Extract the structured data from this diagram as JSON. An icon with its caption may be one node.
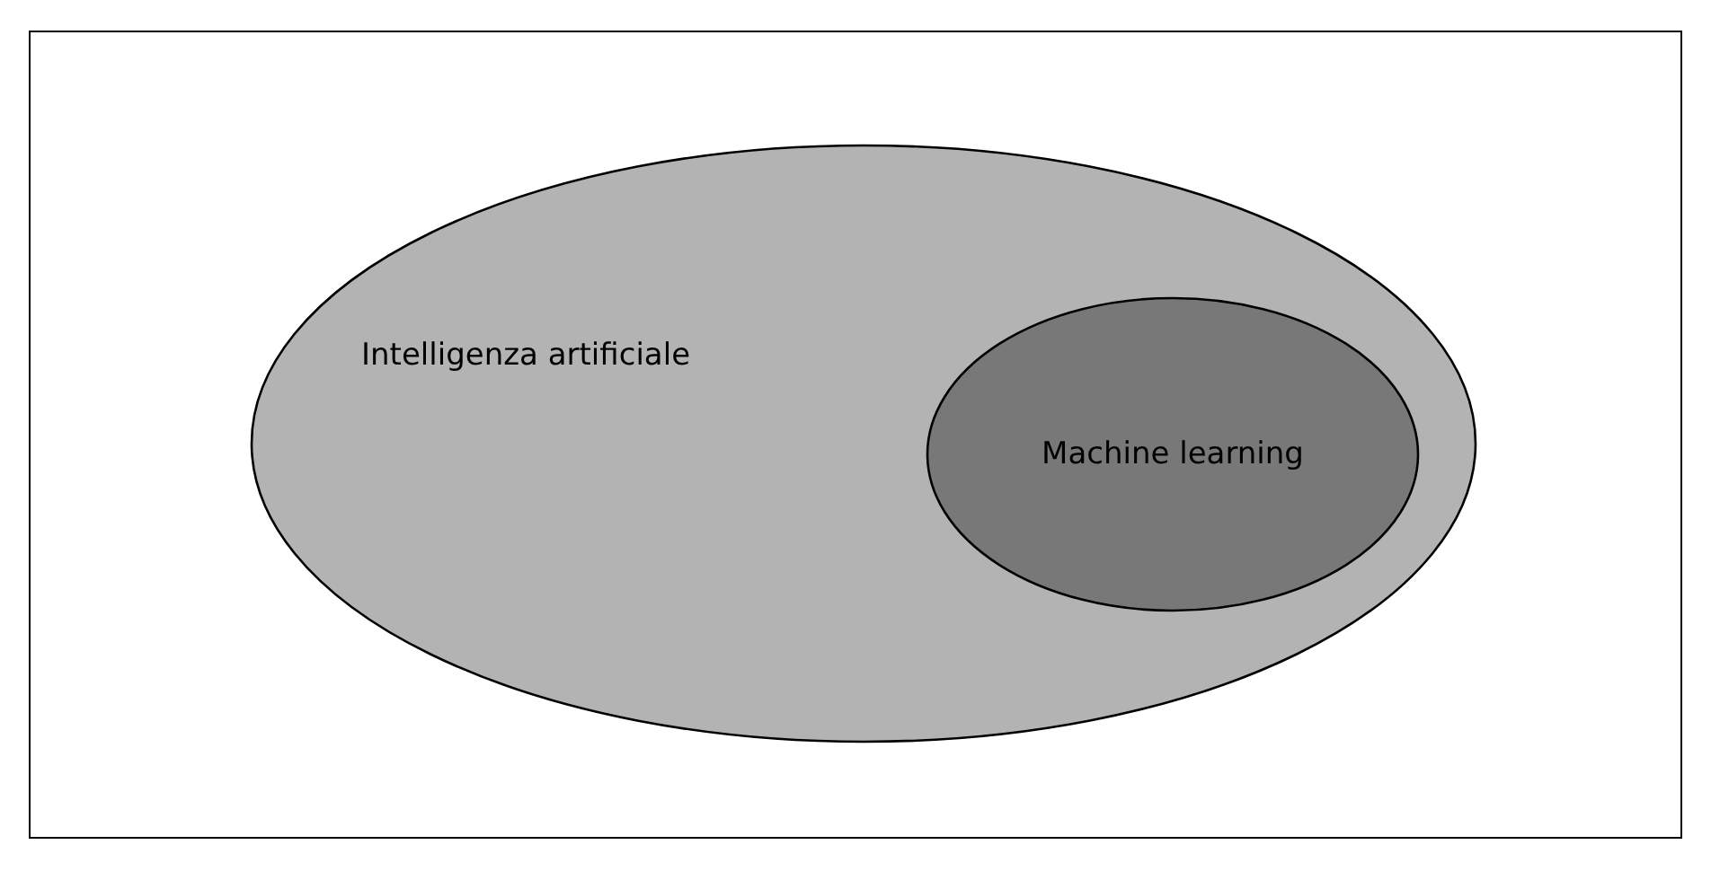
{
  "diagram": {
    "nodes": [
      {
        "text": [
          "Intelligenza artificiale"
        ]
      },
      {
        "text": [
          "Machine learning"
        ],
        "in": 0
      }
    ]
  }
}
